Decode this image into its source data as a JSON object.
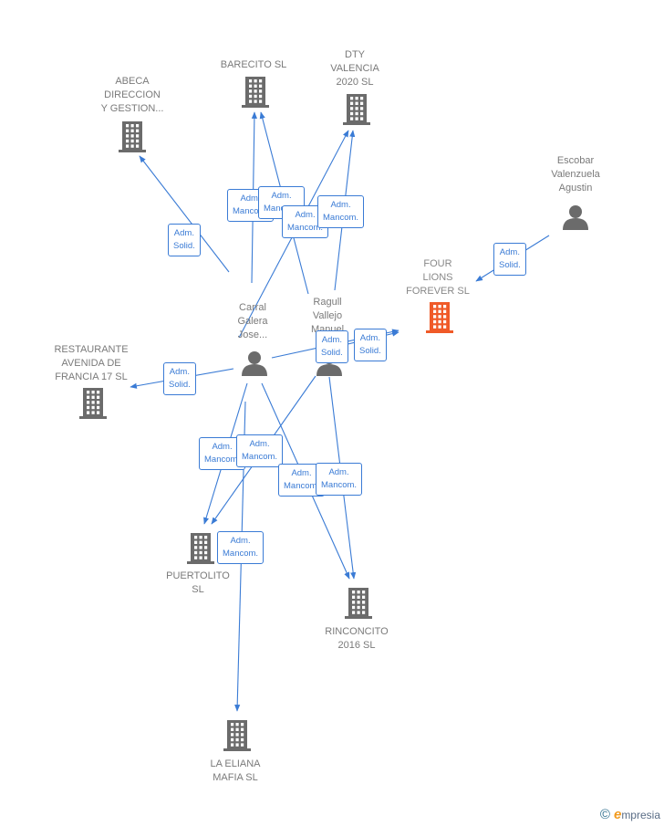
{
  "nodes": [
    {
      "id": "abeca",
      "type": "company",
      "lines": [
        "ABECA",
        "DIRECCION",
        "Y GESTION..."
      ]
    },
    {
      "id": "barecito",
      "type": "company",
      "lines": [
        "BARECITO  SL"
      ]
    },
    {
      "id": "dty",
      "type": "company",
      "lines": [
        "DTY",
        "VALENCIA",
        "2020  SL"
      ]
    },
    {
      "id": "escobar",
      "type": "person",
      "lines": [
        "Escobar",
        "Valenzuela",
        "Agustin"
      ]
    },
    {
      "id": "four",
      "type": "company",
      "focus": true,
      "lines": [
        "FOUR",
        "LIONS",
        "FOREVER  SL"
      ]
    },
    {
      "id": "carral",
      "type": "person",
      "lines": [
        "Carral",
        "Galera",
        "Jose..."
      ]
    },
    {
      "id": "ragull",
      "type": "person",
      "lines": [
        "Ragull",
        "Vallejo",
        "Manuel"
      ]
    },
    {
      "id": "restaurante",
      "type": "company",
      "lines": [
        "RESTAURANTE",
        "AVENIDA DE",
        "FRANCIA 17 SL"
      ]
    },
    {
      "id": "puertolito",
      "type": "company",
      "lines": [
        "PUERTOLITO",
        "SL"
      ]
    },
    {
      "id": "rinconcito",
      "type": "company",
      "lines": [
        "RINCONCITO",
        "2016  SL"
      ]
    },
    {
      "id": "laeliana",
      "type": "company",
      "lines": [
        "LA ELIANA",
        "MAFIA  SL"
      ]
    }
  ],
  "edges": [
    {
      "from": "carral",
      "to": "abeca",
      "label": [
        "Adm.",
        "Solid."
      ]
    },
    {
      "from": "carral",
      "to": "barecito",
      "label": [
        "Adm.",
        "Mancom."
      ]
    },
    {
      "from": "ragull",
      "to": "barecito",
      "label": [
        "Adm.",
        "Mancom."
      ]
    },
    {
      "from": "carral",
      "to": "dty",
      "label": [
        "Adm.",
        "Mancom."
      ]
    },
    {
      "from": "ragull",
      "to": "dty",
      "label": [
        "Adm.",
        "Mancom."
      ]
    },
    {
      "from": "escobar",
      "to": "four",
      "label": [
        "Adm.",
        "Solid."
      ]
    },
    {
      "from": "carral",
      "to": "four",
      "label": [
        "Adm.",
        "Solid."
      ]
    },
    {
      "from": "ragull",
      "to": "four",
      "label": [
        "Adm.",
        "Solid."
      ]
    },
    {
      "from": "carral",
      "to": "restaurante",
      "label": [
        "Adm.",
        "Solid."
      ]
    },
    {
      "from": "carral",
      "to": "puertolito",
      "label": [
        "Adm.",
        "Mancom."
      ]
    },
    {
      "from": "ragull",
      "to": "puertolito",
      "label": [
        "Adm.",
        "Mancom."
      ]
    },
    {
      "from": "carral",
      "to": "rinconcito",
      "label": [
        "Adm.",
        "Mancom."
      ]
    },
    {
      "from": "ragull",
      "to": "rinconcito",
      "label": [
        "Adm.",
        "Mancom."
      ]
    },
    {
      "from": "carral",
      "to": "laeliana",
      "label": [
        "Adm.",
        "Mancom."
      ]
    }
  ],
  "colors": {
    "edge": "#3a7bd5",
    "icon": "#6b6b6b",
    "focus_icon": "#f05a28",
    "label": "#7a7a7a"
  },
  "footer": {
    "copyright": "©",
    "brand_first": "e",
    "brand_rest": "mpresia"
  }
}
